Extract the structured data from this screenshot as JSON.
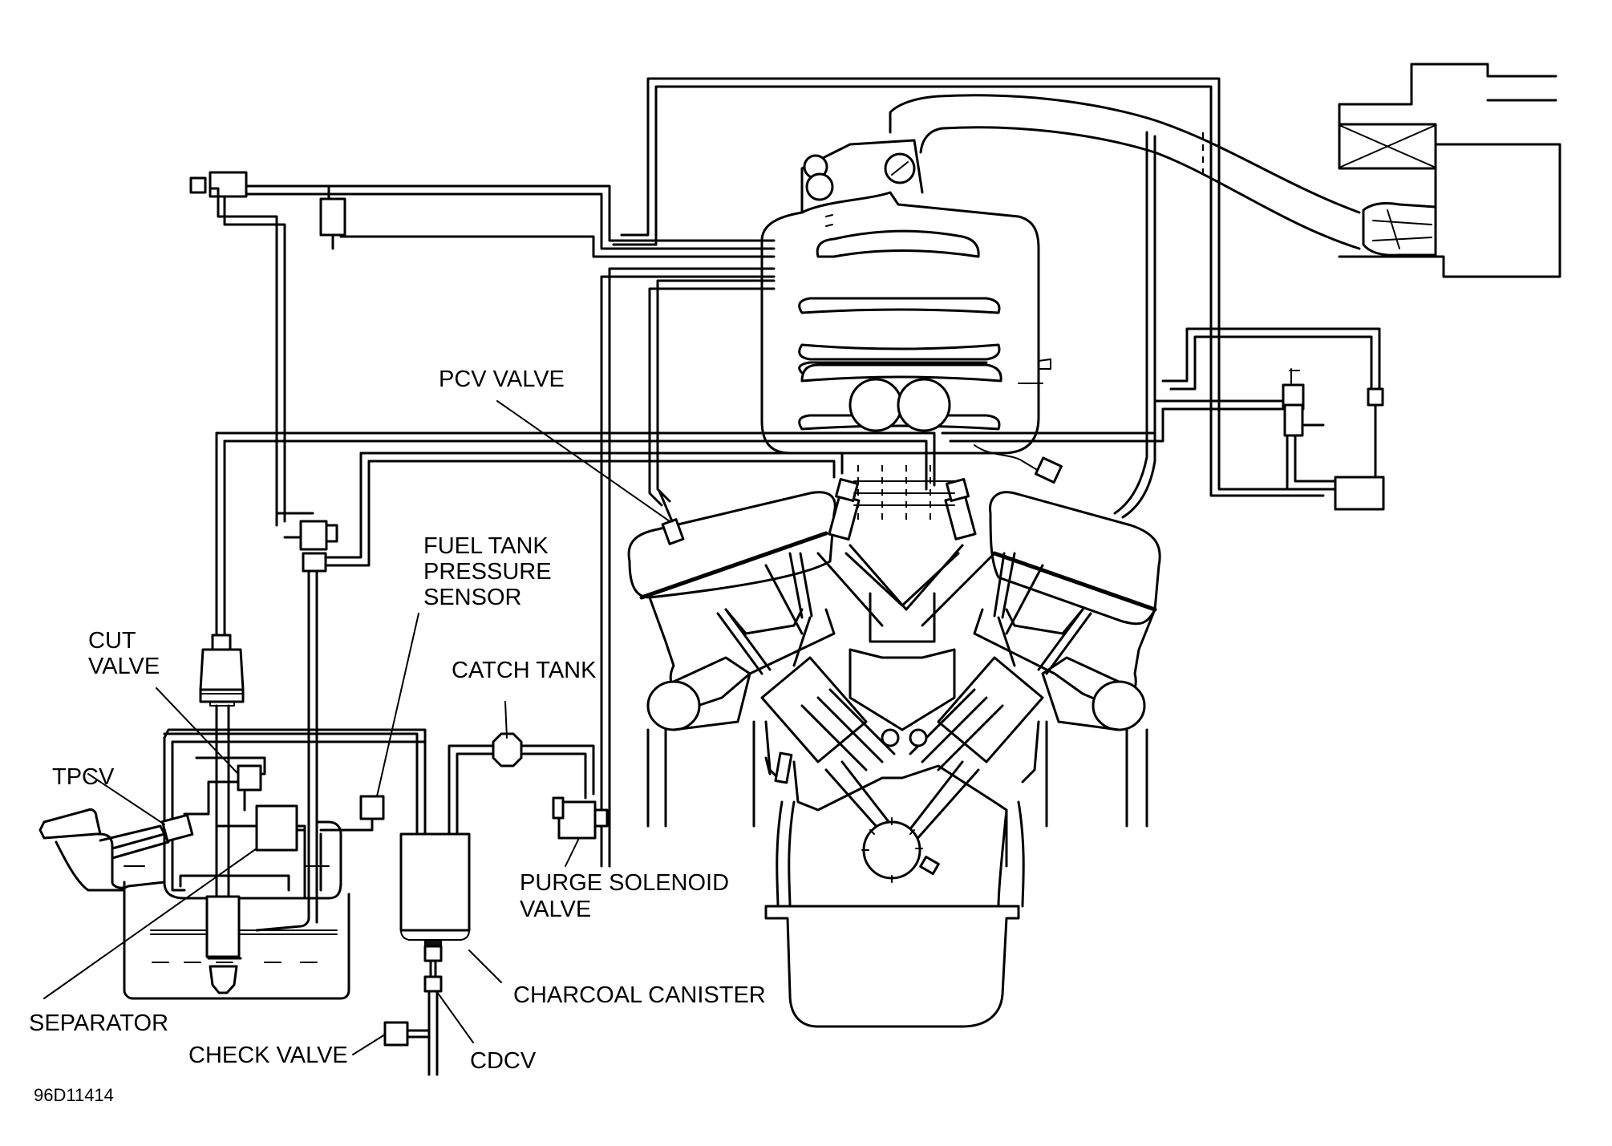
{
  "labels": {
    "pcv_valve": "PCV VALVE",
    "fuel_tank_pressure_sensor": [
      "FUEL TANK",
      "PRESSURE",
      "SENSOR"
    ],
    "cut_valve": [
      "CUT",
      "VALVE"
    ],
    "catch_tank": "CATCH TANK",
    "tpcv": "TPCV",
    "purge_solenoid_valve": [
      "PURGE SOLENOID",
      "VALVE"
    ],
    "separator": "SEPARATOR",
    "charcoal_canister": "CHARCOAL CANISTER",
    "check_valve": "CHECK VALVE",
    "cdcv": "CDCV"
  },
  "figure_code": "96D11414",
  "colors": {
    "line": "#000000",
    "background": "#ffffff"
  }
}
